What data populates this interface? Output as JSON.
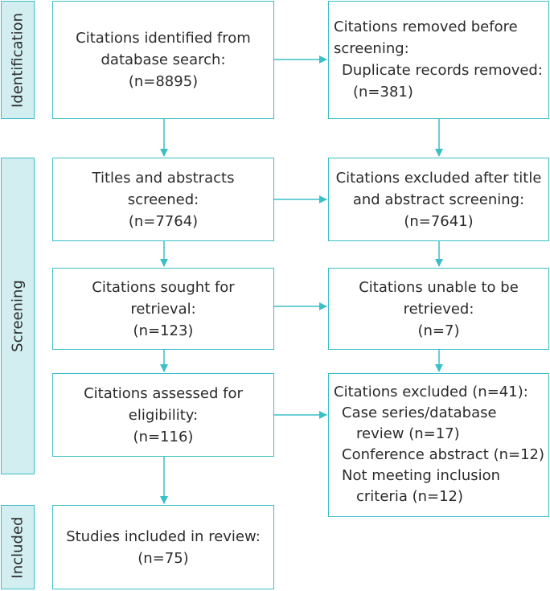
{
  "stages": {
    "identification": "Identification",
    "screening": "Screening",
    "included": "Included"
  },
  "boxes": {
    "identified": [
      "Citations identified from",
      "database search:",
      "(n=8895)"
    ],
    "removed_before": [
      "Citations removed before",
      "screening:",
      "Duplicate records removed:",
      "(n=381)"
    ],
    "screened": [
      "Titles and abstracts",
      "screened:",
      "(n=7764)"
    ],
    "excluded_title": [
      "Citations excluded after title",
      "and abstract screening:",
      "(n=7641)"
    ],
    "sought": [
      "Citations sought for",
      "retrieval:",
      "(n=123)"
    ],
    "not_retrieved": [
      "Citations unable to be",
      "retrieved:",
      "(n=7)"
    ],
    "assessed": [
      "Citations assessed for",
      "eligibility:",
      "(n=116)"
    ],
    "excluded_full": [
      "Citations excluded (n=41):",
      "Case series/database",
      "review (n=17)",
      "Conference abstract (n=12)",
      "Not meeting inclusion",
      "criteria (n=12)"
    ],
    "included": [
      "Studies included in review:",
      "(n=75)"
    ]
  },
  "colors": {
    "accent": "#3bbfc6",
    "stage_fill": "#d2eef0",
    "text": "#2b2b2b"
  }
}
